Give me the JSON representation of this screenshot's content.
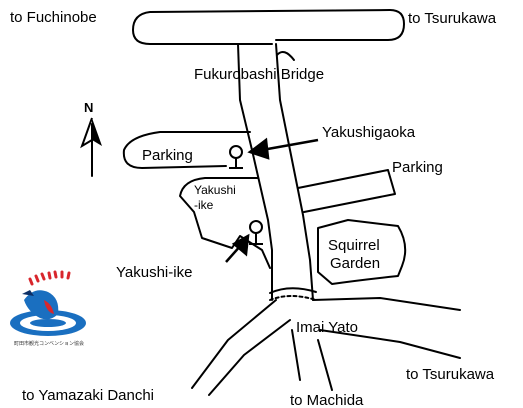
{
  "labels": {
    "to_fuchinobe": "to Fuchinobe",
    "to_tsurukawa_top": "to Tsurukawa",
    "bridge": "Fukurobashi Bridge",
    "yakushigaoka": "Yakushigaoka",
    "parking_left": "Parking",
    "parking_right": "Parking",
    "pond_name_line1": "Yakushi",
    "pond_name_line2": "-ike",
    "yakushi_ike": "Yakushi-ike",
    "squirrel_line1": "Squirrel",
    "squirrel_line2": "Garden",
    "imai_yato": "Imai Yato",
    "to_tsurukawa_bottom": "to Tsurukawa",
    "to_yamazaki": "to Yamazaki Danchi",
    "to_machida": "to Machida",
    "north": "N"
  },
  "logo": {
    "text": "町田市観光コンベンション協会",
    "colors": {
      "red": "#d8262c",
      "blue": "#1a6fc0",
      "dark": "#0c2f66"
    }
  },
  "icons": [
    "north-arrow-icon",
    "bus-stop-icon",
    "pointer-arrow-icon",
    "kingfisher-logo-icon"
  ]
}
